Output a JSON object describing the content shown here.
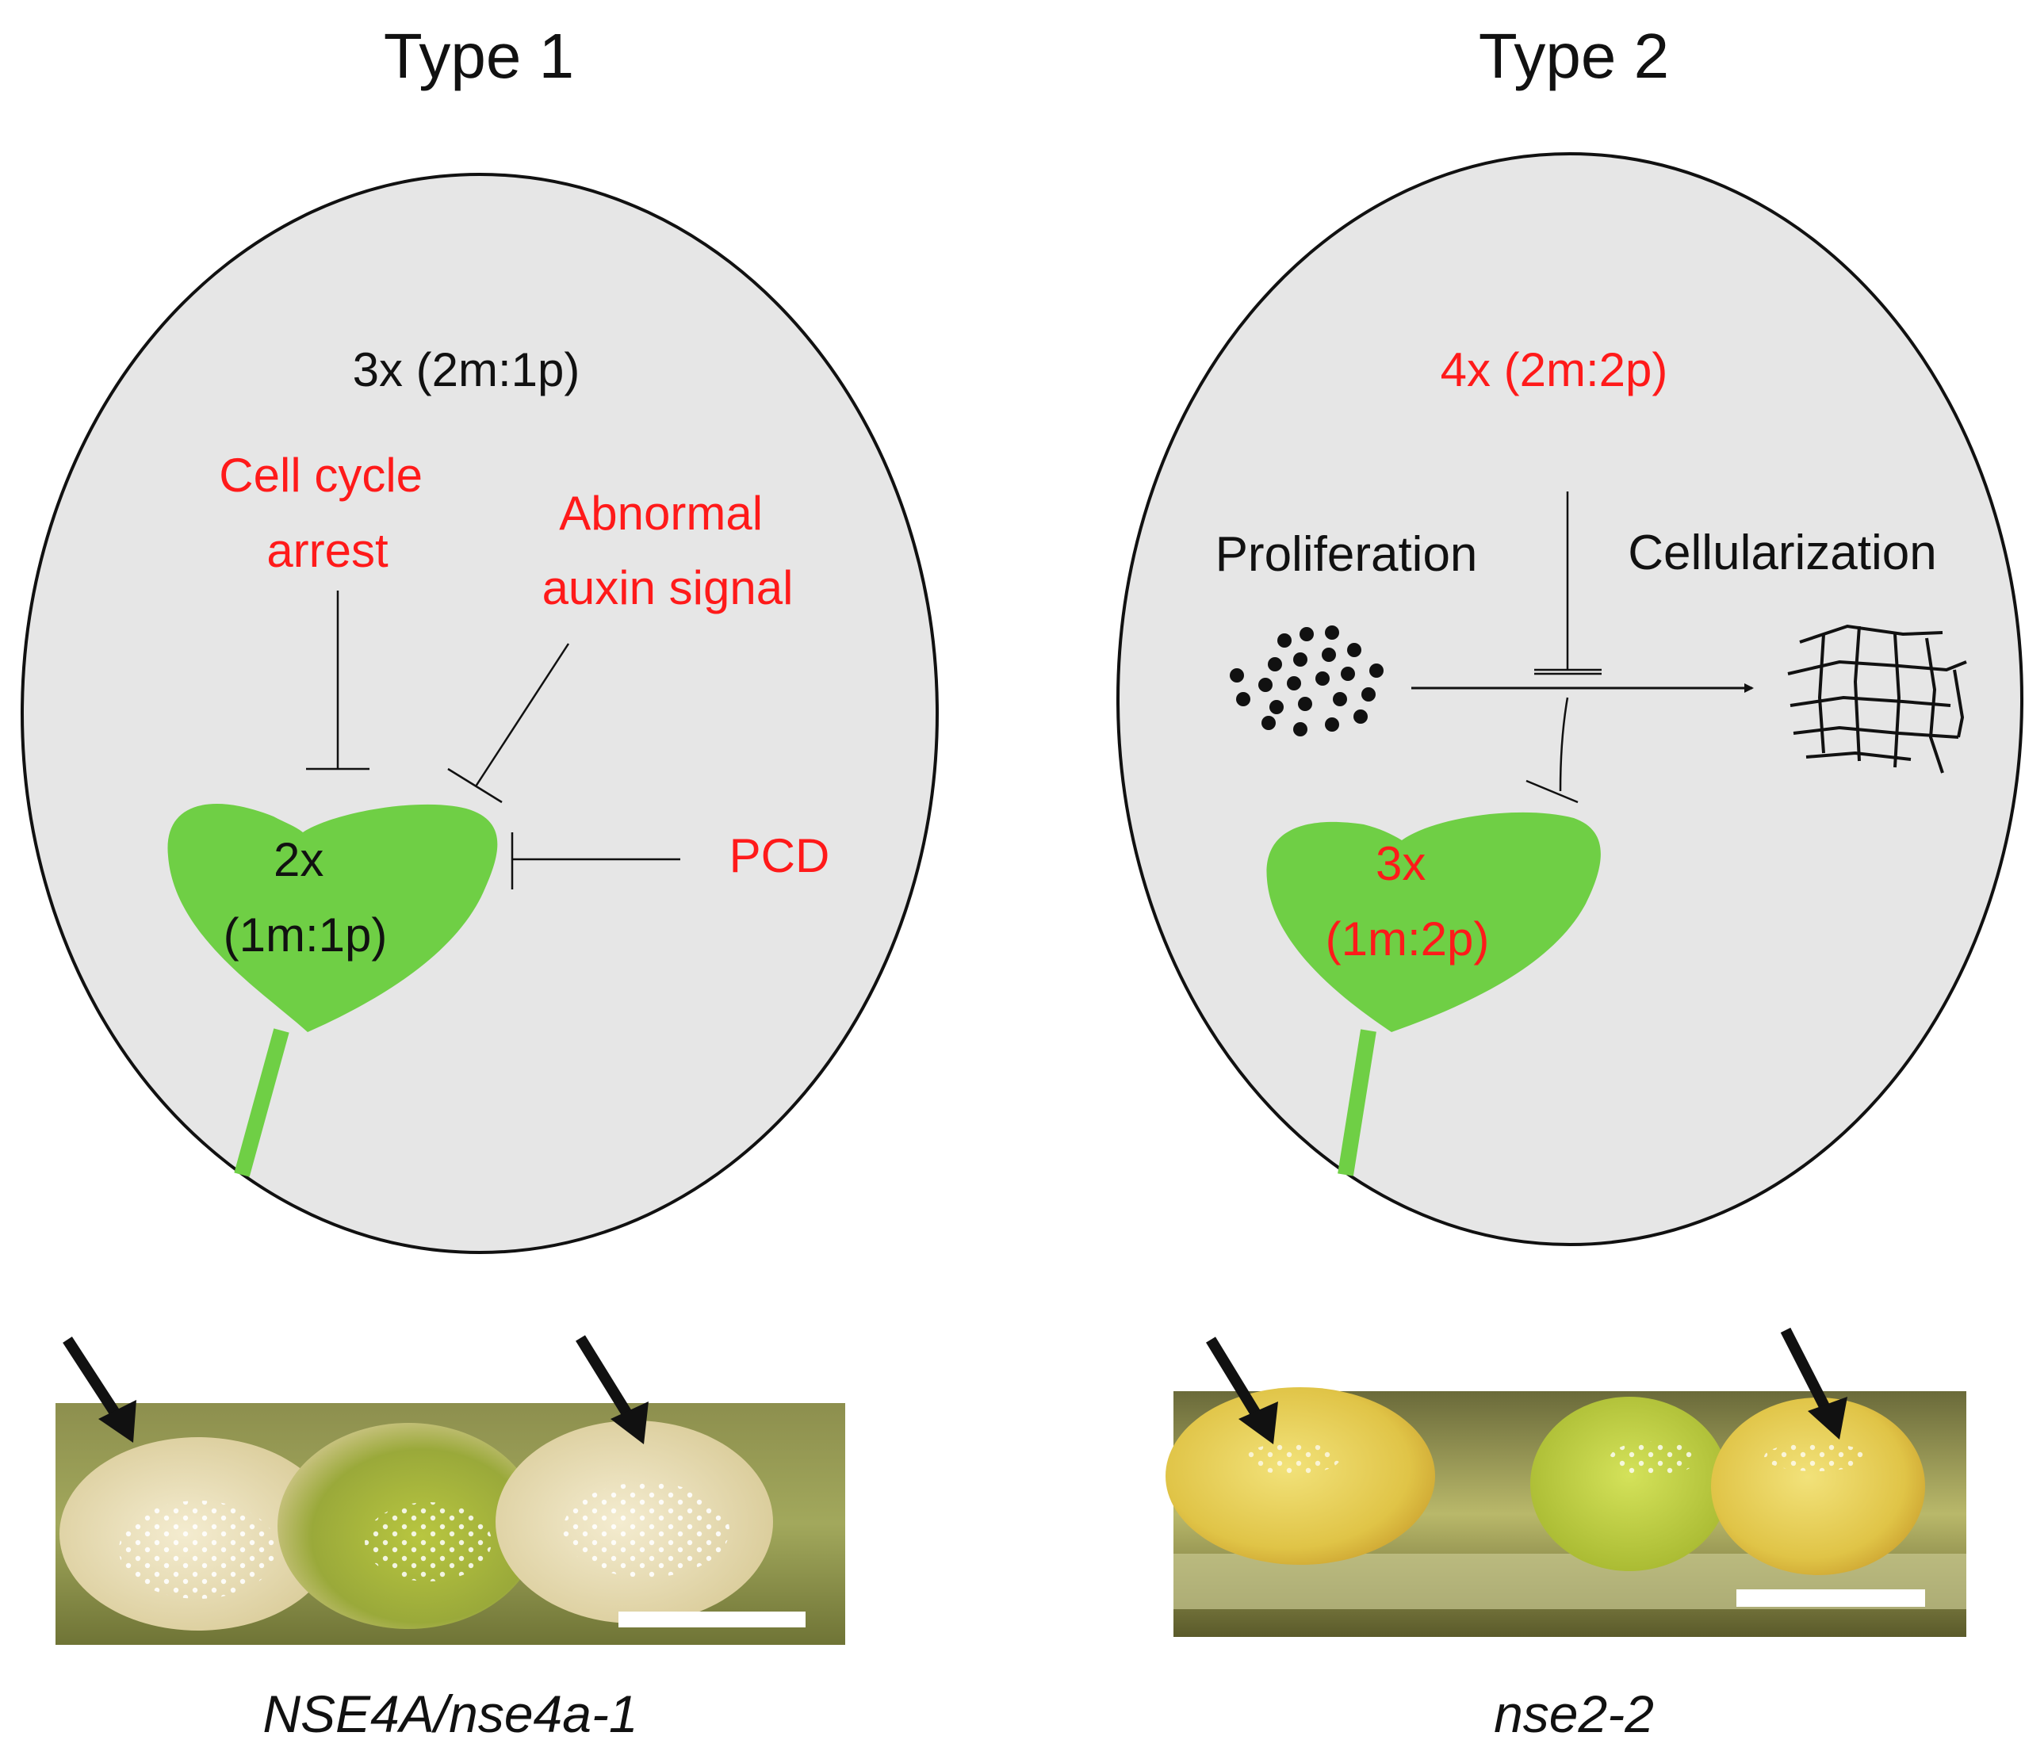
{
  "panels": [
    {
      "title": "Type 1",
      "endosperm": "3x (2m:1p)",
      "embryo_line1": "2x",
      "embryo_line2": "(1m:1p)",
      "factor1_line1": "Cell cycle",
      "factor1_line2": "arrest",
      "factor2_line1": "Abnormal",
      "factor2_line2": "auxin signal",
      "factor3": "PCD",
      "genotype": "NSE4A/nse4a-1"
    },
    {
      "title": "Type 2",
      "endosperm": "4x (2m:2p)",
      "embryo_line1": "3x",
      "embryo_line2": "(1m:2p)",
      "process_left": "Proliferation",
      "process_right": "Cellularization",
      "genotype": "nse2-2"
    }
  ],
  "colors": {
    "ellipse_fill": "#e6e6e6",
    "embryo_green": "#6fcf45",
    "highlight_red": "#ff1a1a",
    "text_black": "#111111"
  }
}
